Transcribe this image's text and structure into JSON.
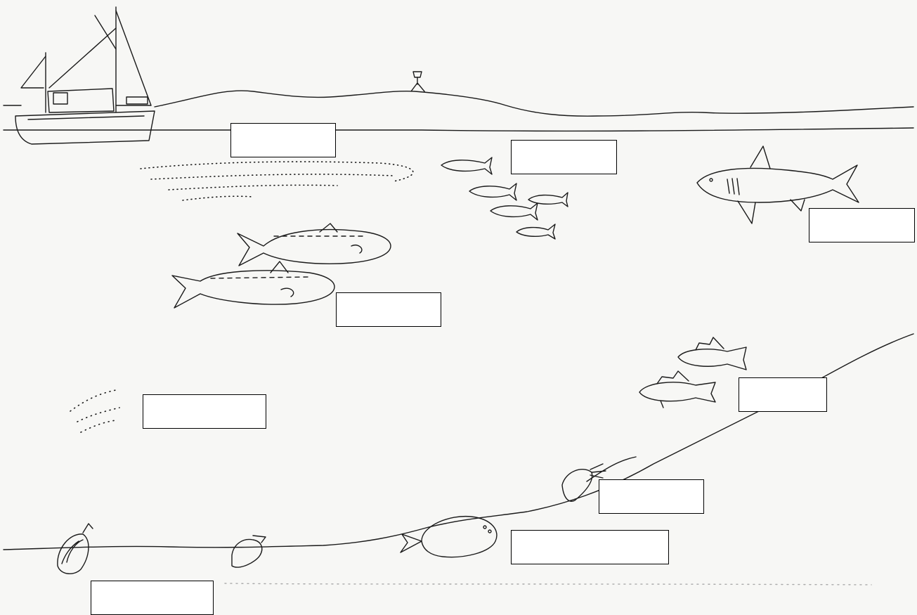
{
  "colors": {
    "ink": "#1a1a1a",
    "paper": "#f7f7f5",
    "box_border": "#000000"
  },
  "illustration": {
    "subjects": [
      "boat-icon",
      "buoy-icon",
      "plankton-cloud",
      "sprat-school",
      "shark-icon",
      "mackerel-icon",
      "cod-icon",
      "shrimp-icon",
      "flatfish-icon",
      "clam-icon",
      "worm-shell-icon"
    ]
  },
  "labels": [
    {
      "id": "surface",
      "text": ""
    },
    {
      "id": "small-fish",
      "text": ""
    },
    {
      "id": "shark",
      "text": ""
    },
    {
      "id": "mackerel",
      "text": ""
    },
    {
      "id": "plankton",
      "text": ""
    },
    {
      "id": "cod",
      "text": ""
    },
    {
      "id": "shrimp",
      "text": ""
    },
    {
      "id": "flatfish",
      "text": ""
    },
    {
      "id": "shellfish",
      "text": ""
    }
  ]
}
